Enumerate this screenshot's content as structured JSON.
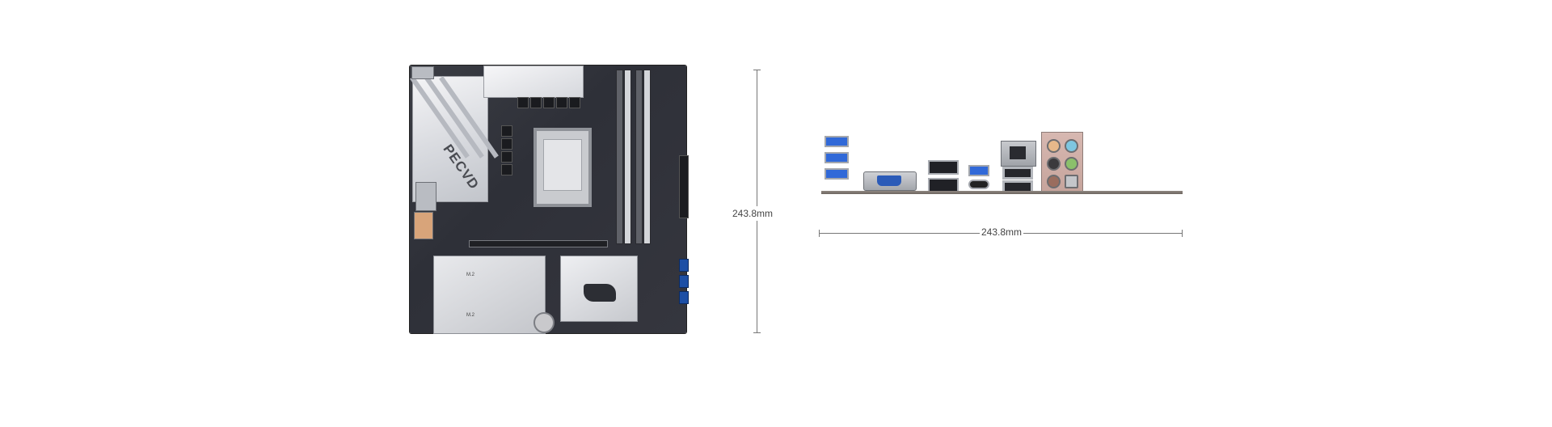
{
  "board": {
    "brand_text": "PECVD",
    "m2_labels": [
      "M.2",
      "M.2"
    ]
  },
  "dimensions": {
    "height_label": "243.8mm",
    "width_label": "243.8mm"
  },
  "colors": {
    "usb3_blue": "#3169d8",
    "audio_jacks": [
      "#7ec6e0",
      "#e6b88a",
      "#9a6d5e",
      "#8bc06b"
    ]
  },
  "icons": {
    "socket": "cpu-socket-icon",
    "logo": "chipset-logo-icon"
  }
}
